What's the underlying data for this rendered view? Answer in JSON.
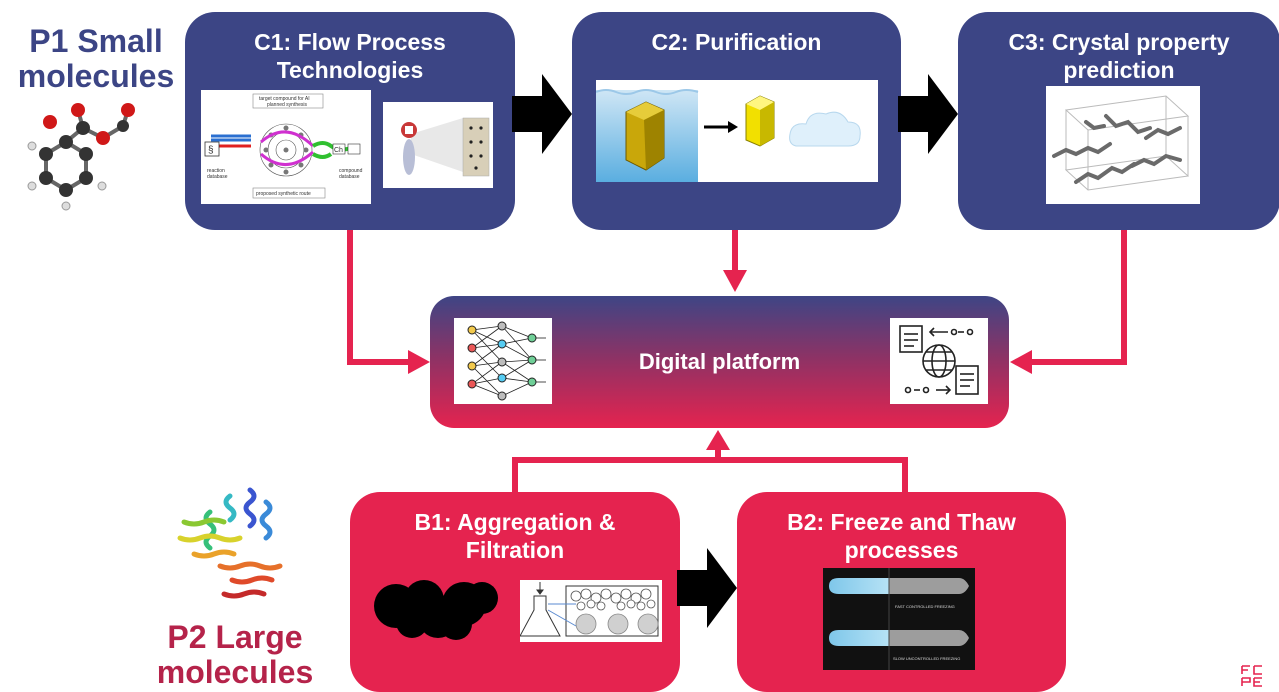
{
  "p1_label": "P1 Small\nmolecules",
  "p2_label": "P2 Large\nmolecules",
  "c1": {
    "title": "C1: Flow Process\nTechnologies",
    "panel_texts": {
      "top": "target compound for AI\nplanned synthesis",
      "left": "reaction\ndatabase",
      "right": "compound\ndatabase",
      "bottom": "proposed synthetic route",
      "section": "§",
      "ch": "Ch"
    }
  },
  "c2": {
    "title": "C2: Purification"
  },
  "c3": {
    "title": "C3: Crystal property\nprediction"
  },
  "platform": {
    "title": "Digital  platform"
  },
  "b1": {
    "title": "B1: Aggregation &\nFiltration"
  },
  "b2": {
    "title": "B2: Freeze and Thaw\nprocesses",
    "caption_fast": "FAST CONTROLLED FREEZING",
    "caption_slow": "SLOW UNCONTROLLED FREEZING"
  },
  "colors": {
    "navy": "#3c4585",
    "crimson": "#e5234f",
    "arrow": "#e5234f"
  },
  "corner_logo": "FC PE"
}
